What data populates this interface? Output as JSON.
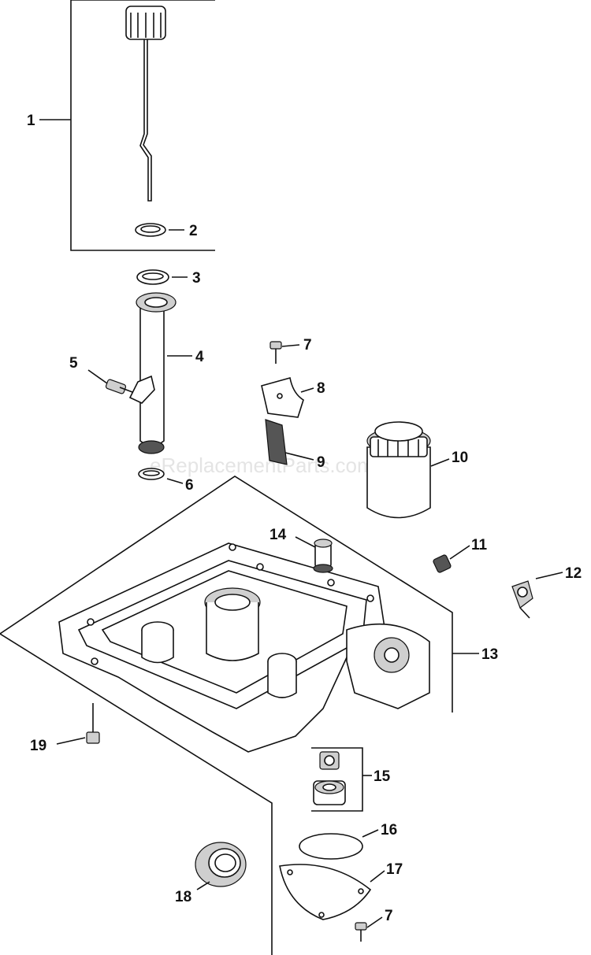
{
  "watermark": "eReplacementParts.com",
  "callouts": [
    {
      "id": "1",
      "text": "1"
    },
    {
      "id": "2",
      "text": "2"
    },
    {
      "id": "3",
      "text": "3"
    },
    {
      "id": "4",
      "text": "4"
    },
    {
      "id": "5",
      "text": "5"
    },
    {
      "id": "6",
      "text": "6"
    },
    {
      "id": "7a",
      "text": "7"
    },
    {
      "id": "8",
      "text": "8"
    },
    {
      "id": "9",
      "text": "9"
    },
    {
      "id": "10",
      "text": "10"
    },
    {
      "id": "11",
      "text": "11"
    },
    {
      "id": "12",
      "text": "12"
    },
    {
      "id": "13",
      "text": "13"
    },
    {
      "id": "14",
      "text": "14"
    },
    {
      "id": "15",
      "text": "15"
    },
    {
      "id": "16",
      "text": "16"
    },
    {
      "id": "17",
      "text": "17"
    },
    {
      "id": "18",
      "text": "18"
    },
    {
      "id": "19",
      "text": "19"
    },
    {
      "id": "7b",
      "text": "7"
    }
  ]
}
